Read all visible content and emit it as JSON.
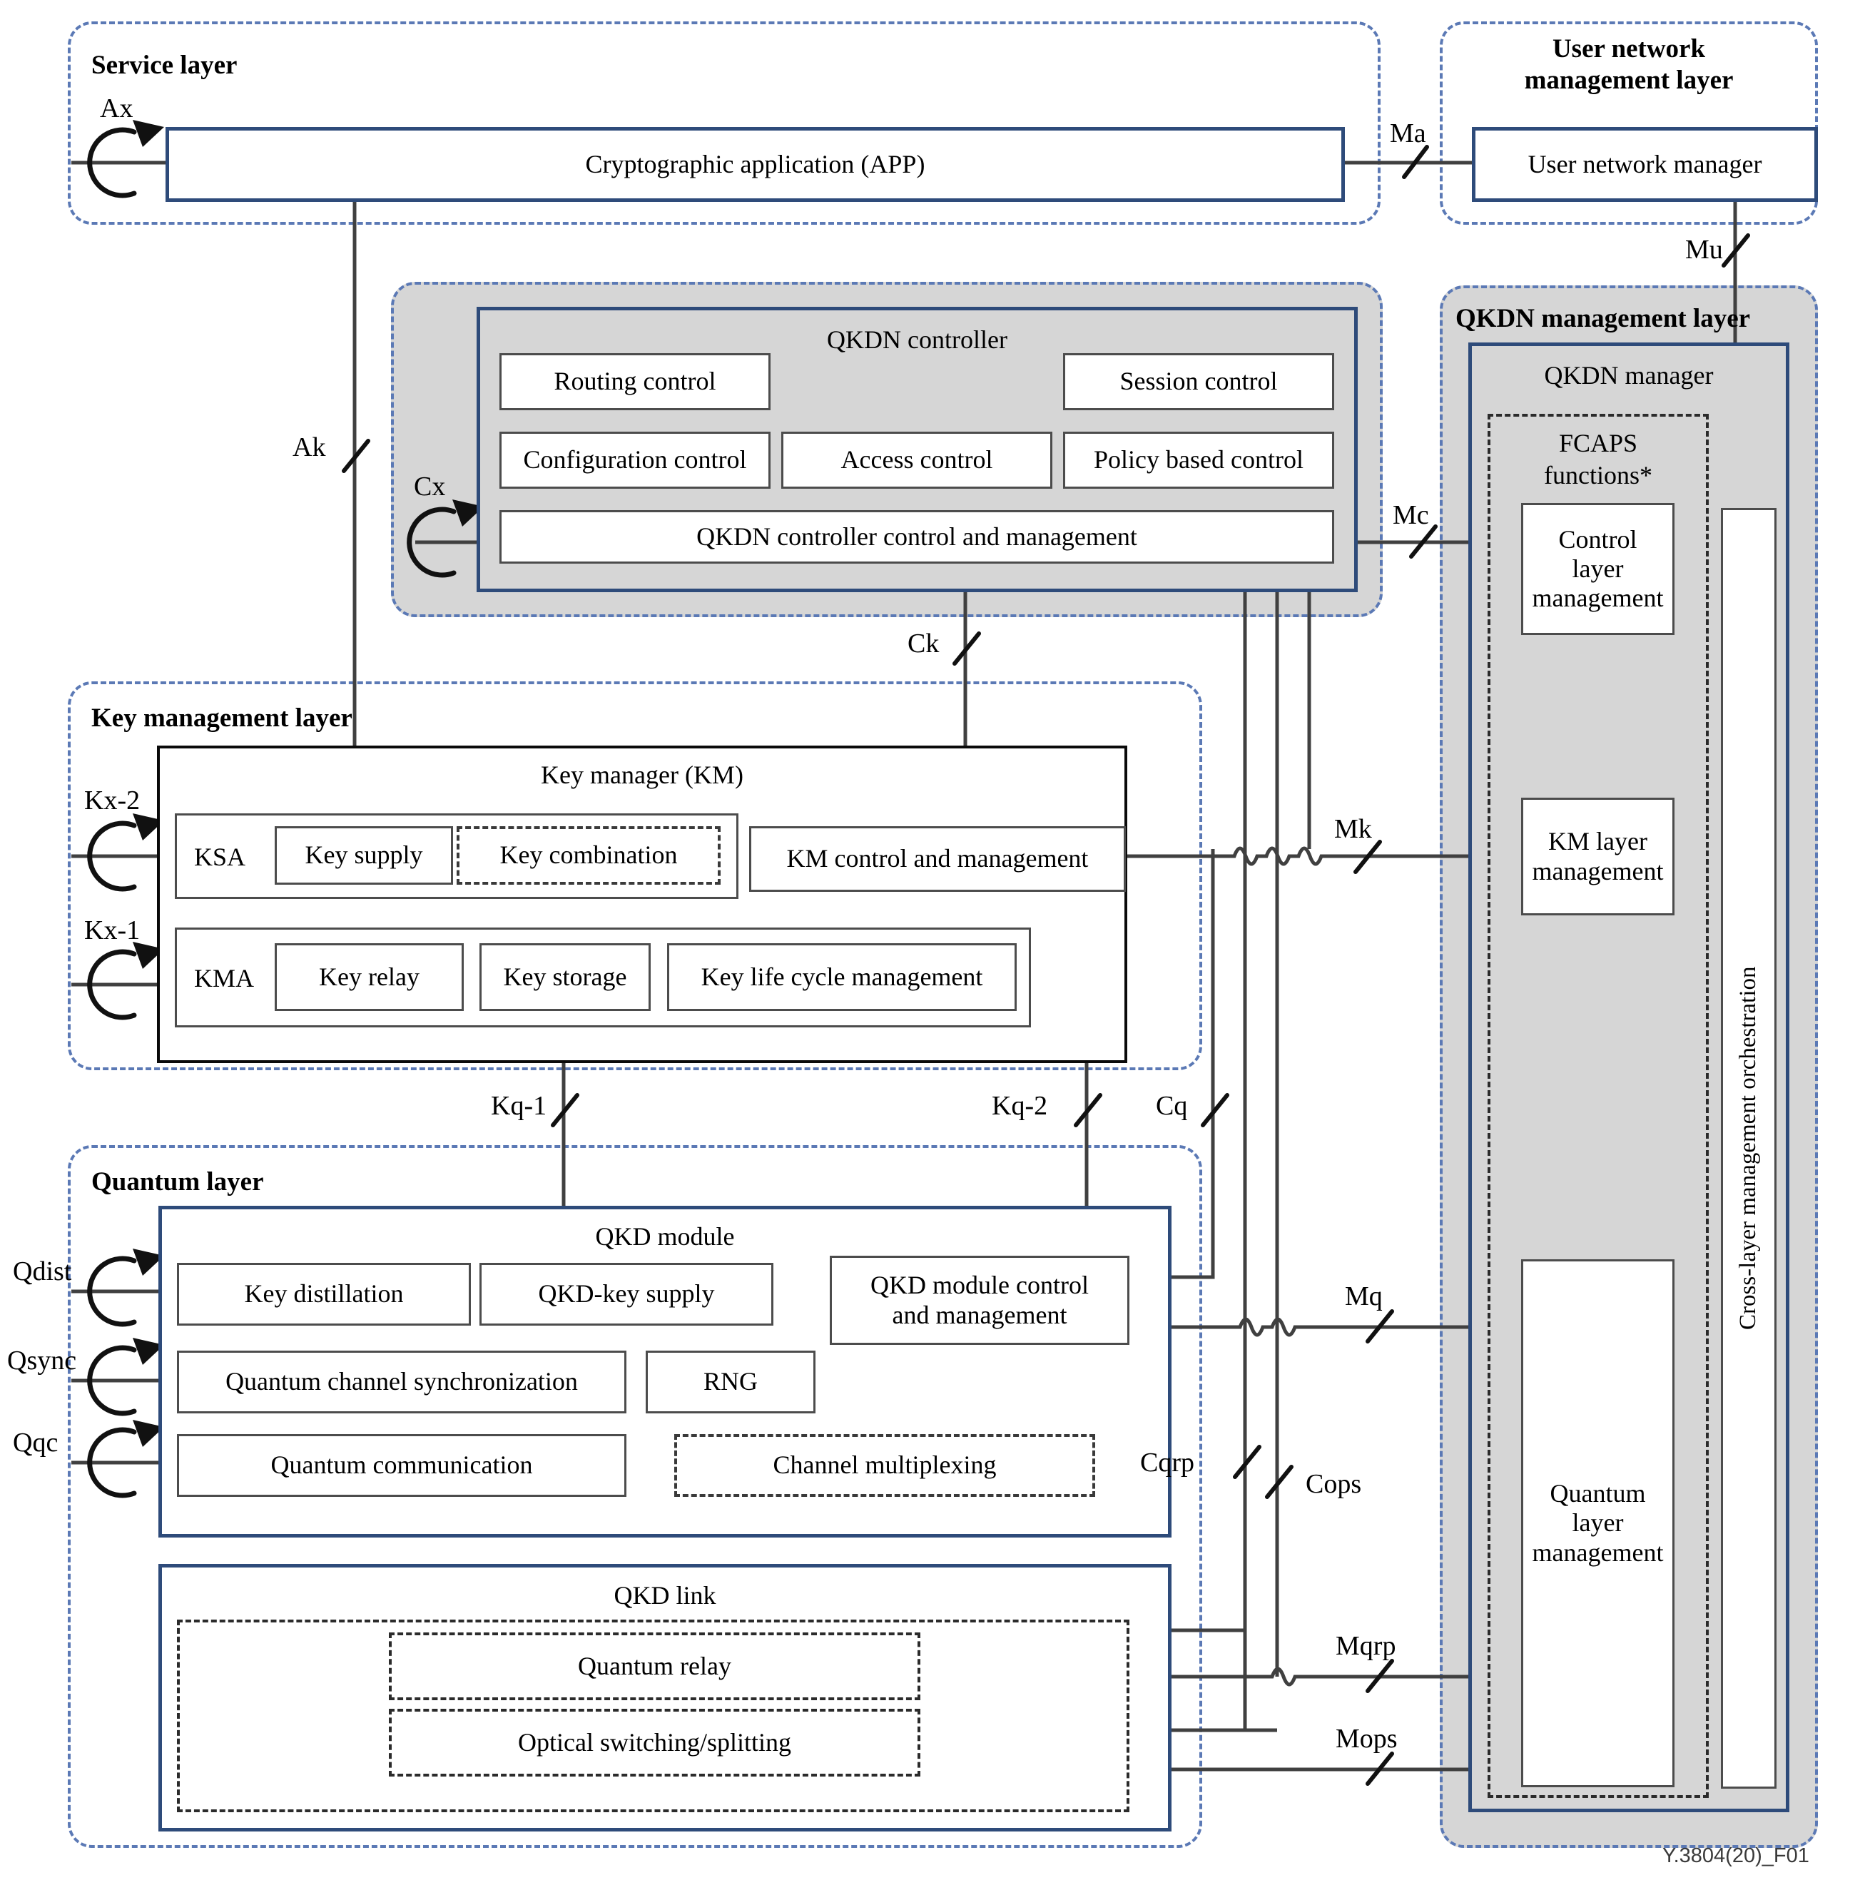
{
  "figure": {
    "number": "Y.3804(20)_F01"
  },
  "layers": [
    {
      "id": "service",
      "title": "Service layer"
    },
    {
      "id": "user_net",
      "title": "User network\nmanagement layer"
    },
    {
      "id": "key_mgmt",
      "title": "Key management layer"
    },
    {
      "id": "quantum",
      "title": "Quantum layer"
    },
    {
      "id": "qkdn_mgmt",
      "title": "QKDN management layer"
    }
  ],
  "service_layer": {
    "title": "Service layer",
    "app_box": "Cryptographic application (APP)"
  },
  "user_network_layer": {
    "title_line1": "User network",
    "title_line2": "management layer",
    "manager_box": "User network manager"
  },
  "qkdn_controller": {
    "title": "QKDN controller",
    "modules": [
      "Routing control",
      "Session control",
      "Configuration control",
      "Access control",
      "Policy based control"
    ],
    "control_and_management": "QKDN controller control and management"
  },
  "key_management_layer": {
    "title": "Key management layer",
    "key_manager": "Key manager (KM)",
    "ksa": {
      "label": "KSA",
      "modules": [
        "Key supply",
        "Key combination"
      ]
    },
    "kma": {
      "label": "KMA",
      "modules": [
        "Key relay",
        "Key storage",
        "Key life cycle management"
      ]
    },
    "km_control": "KM control and management"
  },
  "quantum_layer": {
    "title": "Quantum layer",
    "qkd_module": {
      "title": "QKD module",
      "modules": [
        "Key distillation",
        "QKD-key supply",
        "QKD module control and management",
        "Quantum channel synchronization",
        "RNG",
        "Quantum communication",
        "Channel multiplexing"
      ],
      "control_line1": "QKD module control",
      "control_line2": "and management"
    },
    "qkd_link": {
      "title": "QKD link",
      "modules": [
        "Quantum relay",
        "Optical switching/splitting"
      ]
    }
  },
  "qkdn_management_layer": {
    "title": "QKDN management layer",
    "qkdn_manager": "QKDN manager",
    "fcaps": {
      "line1": "FCAPS",
      "line2": "functions*"
    },
    "control_layer_management": "Control\nlayer\nmanagement",
    "control_layer_management_lines": [
      "Control",
      "layer",
      "management"
    ],
    "km_layer_management_lines": [
      "KM layer",
      "management"
    ],
    "quantum_layer_management_lines": [
      "Quantum",
      "layer",
      "management"
    ],
    "cross_layer": "Cross-layer management orchestration"
  },
  "interfaces": [
    {
      "name": "Ax",
      "type": "loop"
    },
    {
      "name": "Ak",
      "type": "slash"
    },
    {
      "name": "Ma",
      "type": "slash"
    },
    {
      "name": "Mu",
      "type": "slash"
    },
    {
      "name": "Cx",
      "type": "loop"
    },
    {
      "name": "Mc",
      "type": "slash"
    },
    {
      "name": "Ck",
      "type": "slash"
    },
    {
      "name": "Kx-2",
      "type": "loop"
    },
    {
      "name": "Kx-1",
      "type": "loop"
    },
    {
      "name": "Mk",
      "type": "slash"
    },
    {
      "name": "Kq-1",
      "type": "slash"
    },
    {
      "name": "Kq-2",
      "type": "slash"
    },
    {
      "name": "Cq",
      "type": "slash"
    },
    {
      "name": "Qdist",
      "type": "loop"
    },
    {
      "name": "Qsync",
      "type": "loop"
    },
    {
      "name": "Qqc",
      "type": "loop"
    },
    {
      "name": "Mq",
      "type": "slash"
    },
    {
      "name": "Cqrp",
      "type": "slash"
    },
    {
      "name": "Cops",
      "type": "slash"
    },
    {
      "name": "Mqrp",
      "type": "slash"
    },
    {
      "name": "Mops",
      "type": "slash"
    }
  ],
  "colors": {
    "blue_border": "#2e4b7a",
    "layer_dash": "#5b79b5",
    "shade": "#d6d6d6",
    "line": "#404040",
    "black_border": "#0a0a0a"
  }
}
